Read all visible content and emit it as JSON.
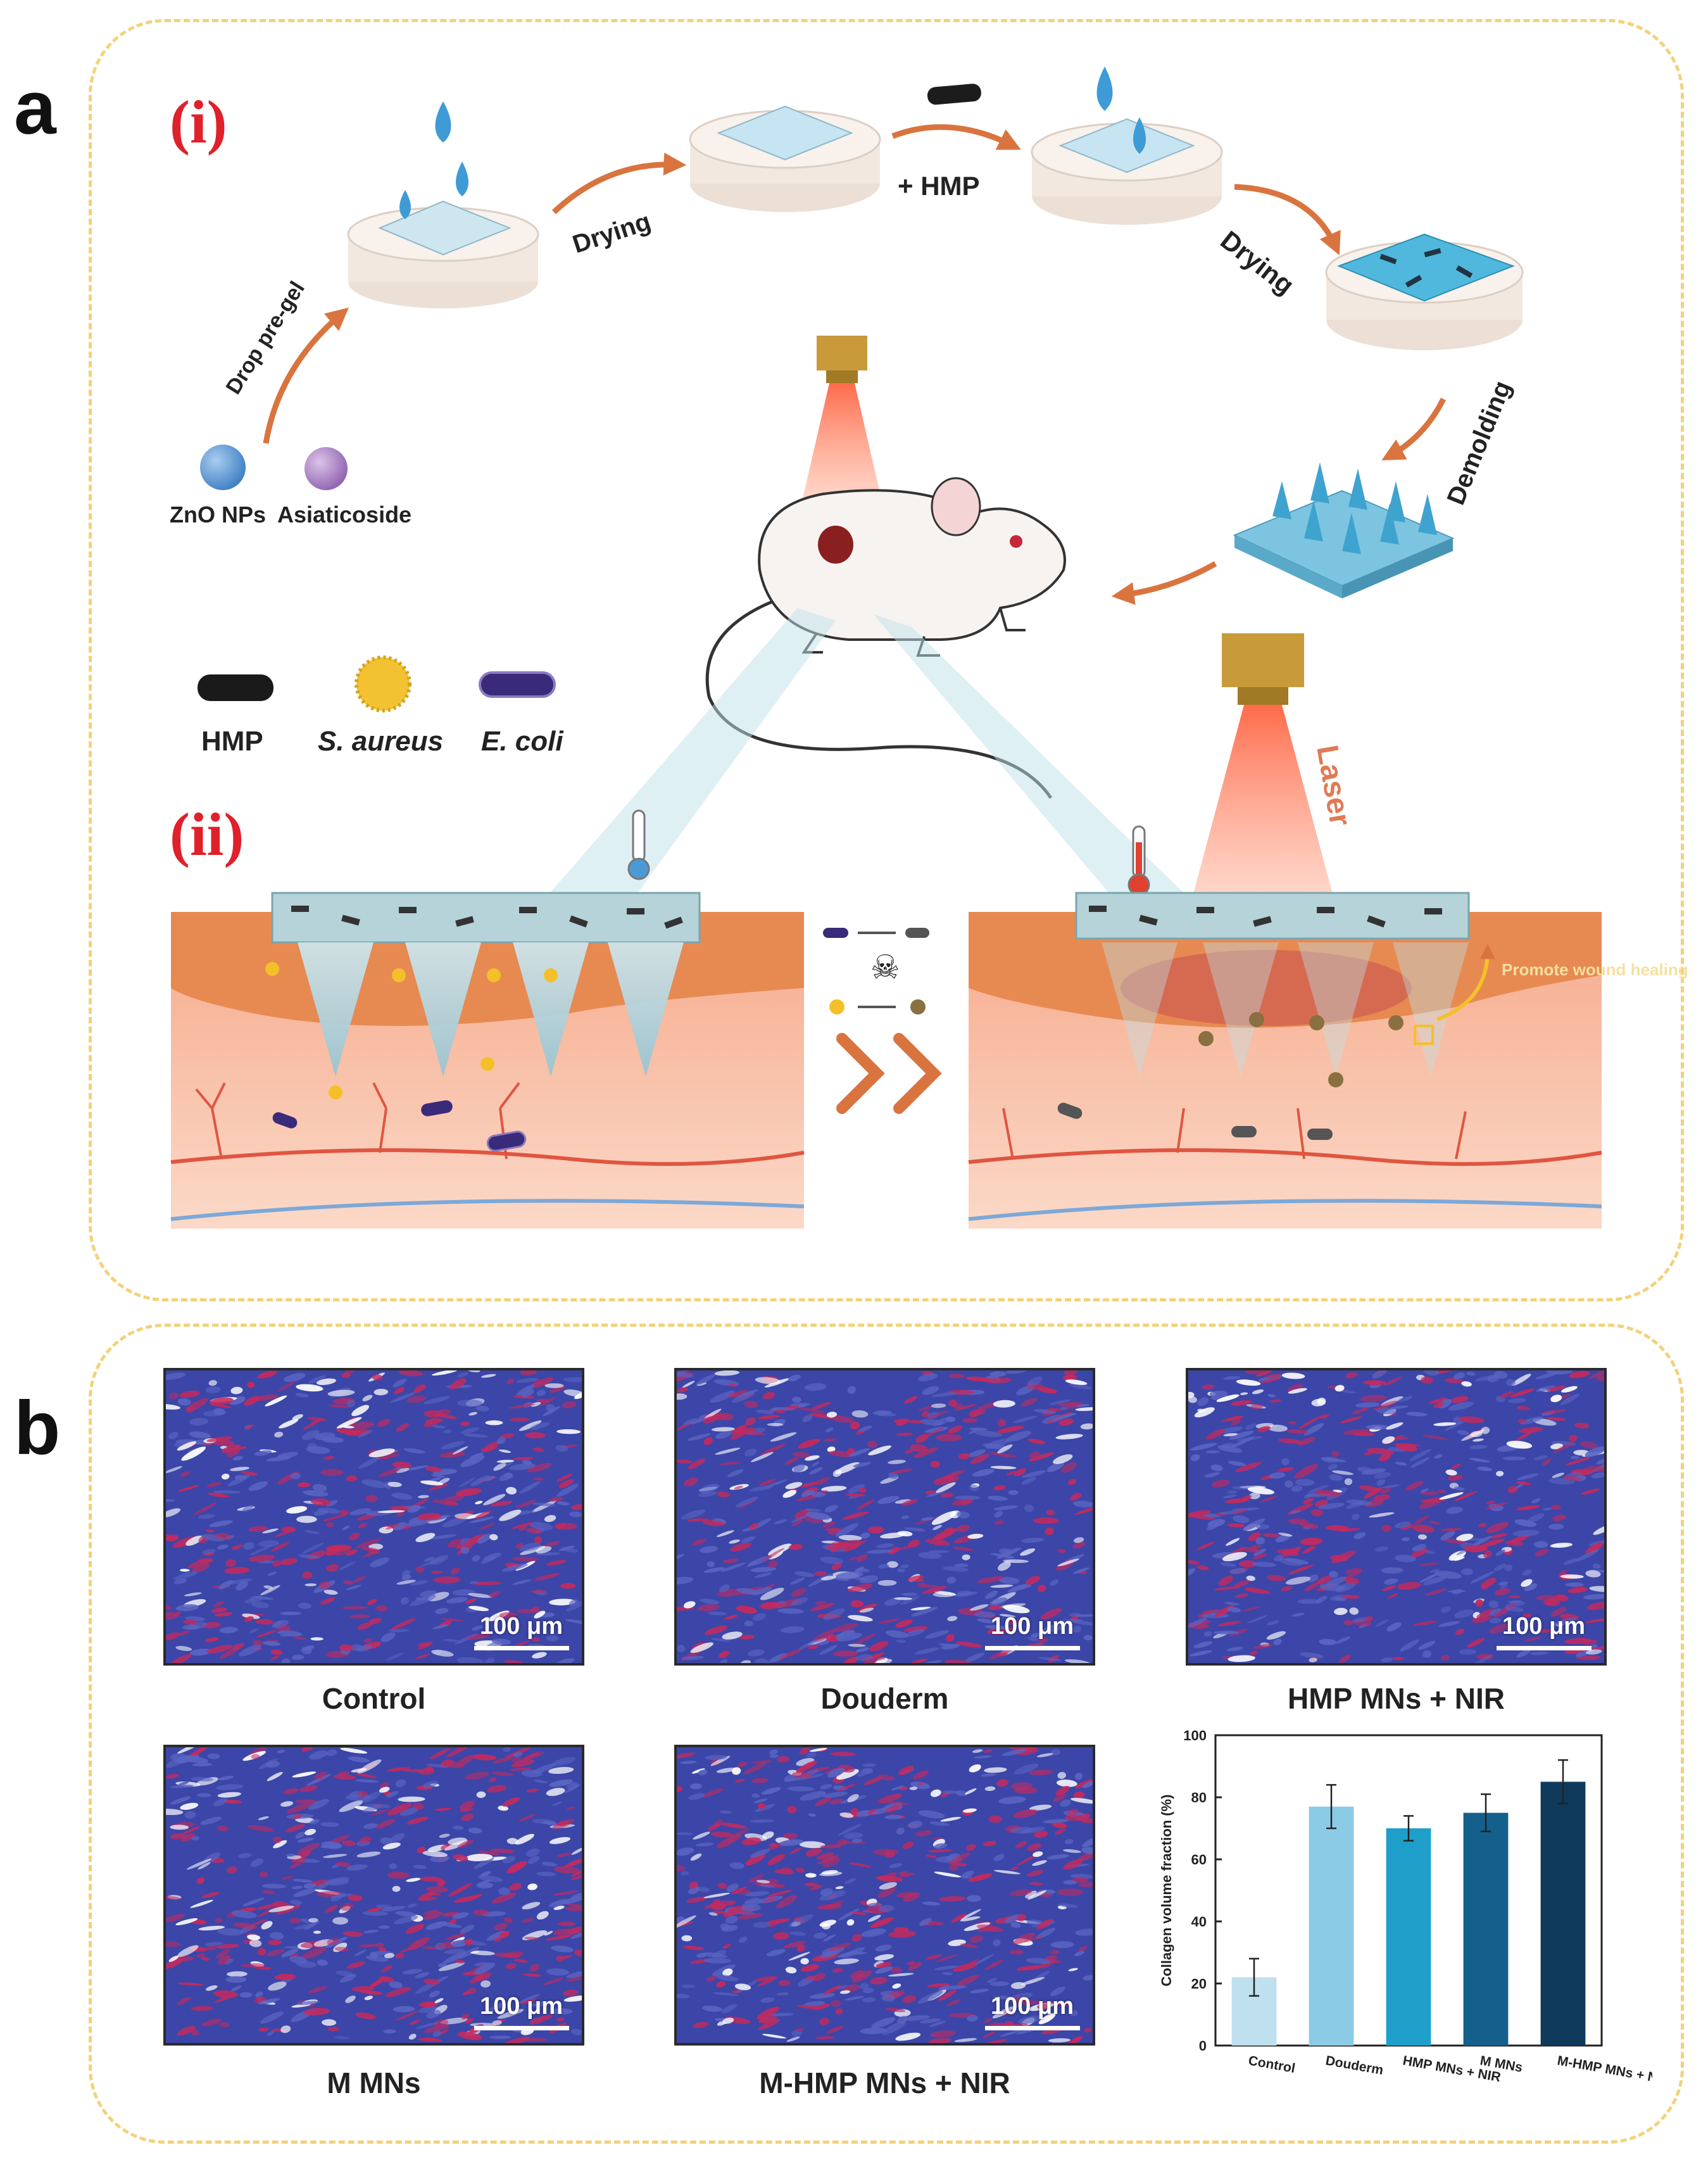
{
  "panel_a": {
    "letter": "a",
    "sub_i": "(i)",
    "sub_ii": "(ii)",
    "steps": {
      "drop_pregel": "Drop pre-gel",
      "drying_1": "Drying",
      "add_hmp": "+ HMP",
      "drying_2": "Drying",
      "demolding": "Demolding"
    },
    "materials": {
      "zno": "ZnO NPs",
      "asiaticoside": "Asiaticoside"
    },
    "legend": {
      "hmp": "HMP",
      "s_aureus": "S. aureus",
      "e_coli": "E. coli"
    },
    "laser_label": "Laser",
    "promote_label": "Promote wound healing"
  },
  "panel_b": {
    "letter": "b",
    "images": [
      {
        "caption": "Control",
        "scale": "100 μm"
      },
      {
        "caption": "Douderm",
        "scale": "100 μm"
      },
      {
        "caption": "HMP MNs + NIR",
        "scale": "100 μm"
      },
      {
        "caption": "M MNs",
        "scale": "100 μm"
      },
      {
        "caption": "M-HMP MNs + NIR",
        "scale": "100 μm"
      }
    ]
  },
  "colors": {
    "dash_border": "#f2d27a",
    "sub_label_red": "#e0202a",
    "arrow_orange": "#d9743f",
    "stain_blue": "#3b46a8",
    "stain_red": "#c42a5e"
  },
  "chart_data": {
    "type": "bar",
    "categories": [
      "Control",
      "Douderm",
      "HMP MNs + NIR",
      "M MNs",
      "M-HMP MNs + NIR"
    ],
    "values": [
      22,
      77,
      70,
      75,
      85
    ],
    "errors": [
      6,
      7,
      4,
      6,
      7
    ],
    "bar_colors": [
      "#bfe0ee",
      "#8ccbe6",
      "#1d9fc9",
      "#155f8c",
      "#0f3a5c"
    ],
    "ylabel": "Collagen volume fraction (%)",
    "ylim": [
      0,
      100
    ],
    "yticks": [
      0,
      20,
      40,
      60,
      80,
      100
    ],
    "grid": false
  }
}
